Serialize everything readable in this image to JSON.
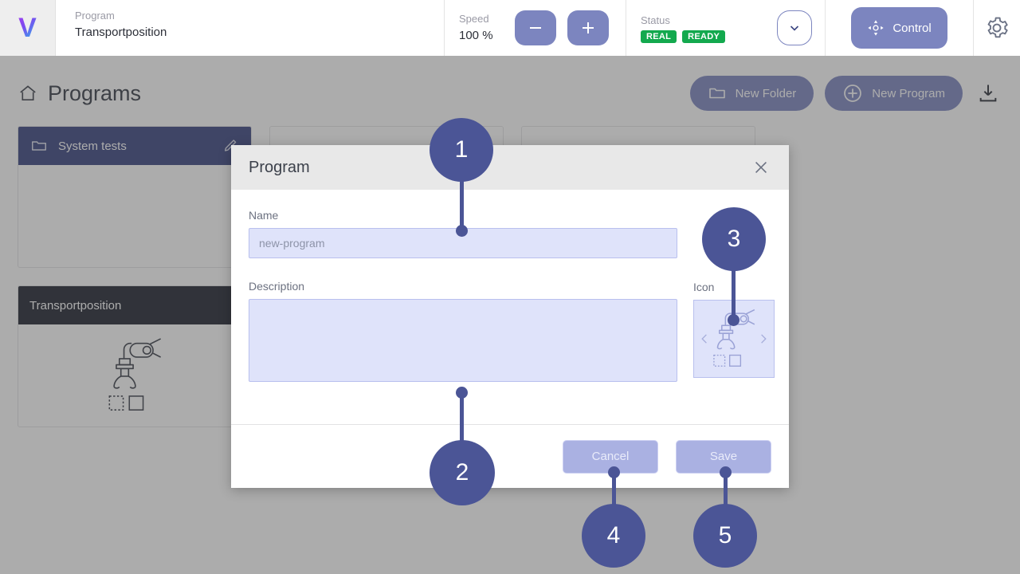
{
  "topbar": {
    "logo_letter": "V",
    "program_label": "Program",
    "program_value": "Transportposition",
    "speed_label": "Speed",
    "speed_value": "100 %",
    "minus_label": "−",
    "plus_label": "+",
    "status_label": "Status",
    "badges": [
      "REAL",
      "READY"
    ],
    "control_label": "Control",
    "icons": {
      "dropdown": "chevron-down-icon",
      "control": "move-crosshair-icon",
      "settings": "gear-icon"
    },
    "colors": {
      "button": "#7c85bf",
      "badge": "#13a94e"
    }
  },
  "page": {
    "title": "Programs",
    "new_folder_label": "New Folder",
    "new_program_label": "New Program",
    "import_icon": "download-icon",
    "cards": [
      {
        "title": "System tests",
        "type": "folder",
        "header_color": "#3a4480"
      },
      {
        "title": "",
        "type": "blank",
        "header_color": "#ffffff"
      },
      {
        "title": "",
        "type": "blank",
        "header_color": "#ffffff"
      },
      {
        "title": "Transportposition",
        "type": "program",
        "header_color": "#1f2430"
      }
    ]
  },
  "modal": {
    "title": "Program",
    "close_icon": "close-icon",
    "name_label": "Name",
    "name_value": "",
    "name_placeholder": "new-program",
    "description_label": "Description",
    "description_value": "",
    "description_placeholder": "",
    "icon_label": "Icon",
    "icon_name": "robot-arm-pick-place-icon",
    "prev_icon": "chevron-left-icon",
    "next_icon": "chevron-right-icon",
    "cancel_label": "Cancel",
    "save_label": "Save",
    "colors": {
      "field_bg": "#dfe3fa",
      "field_border": "#b9c0ee",
      "header_bg": "#e8e8e8"
    }
  },
  "annotations": {
    "color": "#4b5596",
    "markers": [
      {
        "number": "1",
        "target": "name-input"
      },
      {
        "number": "2",
        "target": "description-textarea"
      },
      {
        "number": "3",
        "target": "icon-selector"
      },
      {
        "number": "4",
        "target": "cancel-button"
      },
      {
        "number": "5",
        "target": "save-button"
      }
    ]
  }
}
